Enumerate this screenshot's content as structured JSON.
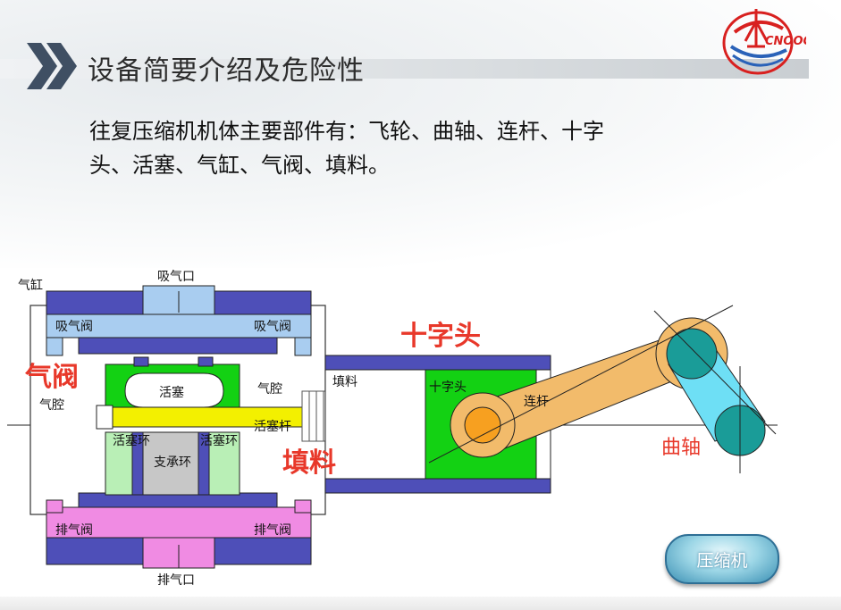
{
  "header": {
    "title": "设备简要介绍及危险性"
  },
  "intro": {
    "line1": "往复压缩机机体主要部件有：飞轮、曲轴、连杆、十字",
    "line2": "头、活塞、气缸、气阀、填料。"
  },
  "logo": {
    "text": "CNOOC",
    "color": "#d8201f"
  },
  "diagram": {
    "labels": {
      "cylinder": "气缸",
      "suction_port": "吸气口",
      "suction_valve_left": "吸气阀",
      "suction_valve_right": "吸气阀",
      "valve_big": "气阀",
      "cavity_left": "气腔",
      "cavity_right": "气腔",
      "piston": "活塞",
      "piston_rod": "活塞杆",
      "piston_ring_left": "活塞环",
      "piston_ring_right": "活塞环",
      "support_ring": "支承环",
      "packing_small": "填料",
      "packing_big": "填料",
      "crosshead_small": "十字头",
      "crosshead_big": "十字头",
      "conrod": "连杆",
      "crankshaft": "曲轴",
      "discharge_valve_left": "排气阀",
      "discharge_valve_right": "排气阀",
      "discharge_port": "排气口"
    },
    "colors": {
      "cylinder_blue": "#4e4fb8",
      "valve_light_blue": "#a9cdf0",
      "valve_pink": "#f08be3",
      "piston_green": "#13d113",
      "piston_ring_green": "#b9efb6",
      "rod_yellow": "#f3f000",
      "conrod_tan": "#f2bb6b",
      "crank_teal": "#1a9c98",
      "crank_cyan": "#6edff5",
      "accent_red": "#e8382a"
    }
  },
  "nav_button": {
    "label": "压缩机"
  }
}
